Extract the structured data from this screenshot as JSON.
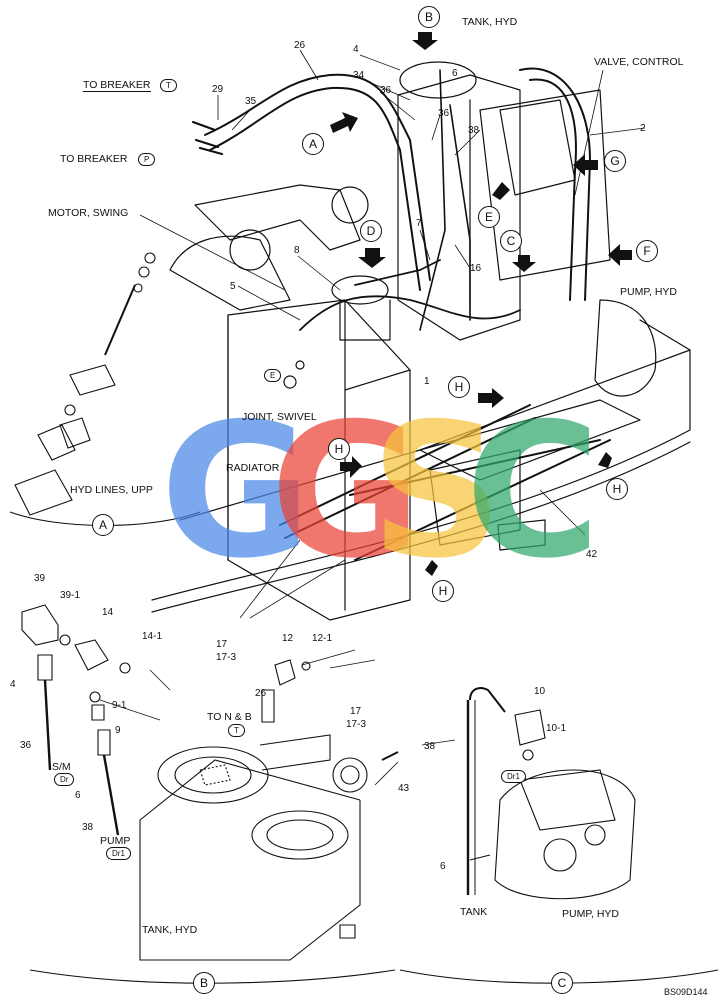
{
  "colors": {
    "line": "#111111",
    "wm_blue": "#4a86e8",
    "wm_red": "#ea4335",
    "wm_yellow": "#f6c33b",
    "wm_green": "#2fa86b"
  },
  "watermark": {
    "l1": "G",
    "l2": "G",
    "l3": "S",
    "l4": "C"
  },
  "labels": {
    "tank_hyd_top": "TANK, HYD",
    "valve_control": "VALVE, CONTROL",
    "to_breaker_t": "TO BREAKER",
    "to_breaker_p": "TO BREAKER",
    "motor_swing": "MOTOR, SWING",
    "pump_hyd_right": "PUMP, HYD",
    "joint_swivel": "JOINT, SWIVEL",
    "radiator": "RADIATOR",
    "hyd_lines_upp": "HYD LINES, UPP",
    "sm": "S/M",
    "pump_b": "PUMP",
    "to_n_b": "TO N & B",
    "tank_hyd_bottom": "TANK, HYD",
    "tank_c": "TANK",
    "pump_hyd_c": "PUMP, HYD",
    "code": "BS09D144"
  },
  "ports": {
    "t": "T",
    "p": "P",
    "e": "E",
    "dr": "Dr",
    "dr1": "Dr1"
  },
  "views": {
    "a": "A",
    "b": "B",
    "c": "C",
    "d": "D",
    "e": "E",
    "f": "F",
    "g": "G",
    "h": "H"
  },
  "callouts": {
    "n26": "26",
    "n4": "4",
    "n34": "34",
    "n6": "6",
    "n36": "36",
    "n38": "38",
    "n2": "2",
    "n29": "29",
    "n35": "35",
    "n7": "7",
    "n16": "16",
    "n8": "8",
    "n5": "5",
    "n1": "1",
    "n42": "42",
    "n17": "17",
    "n17_3": "17-3",
    "n39": "39",
    "n39_1": "39-1",
    "n14": "14",
    "n14_1": "14-1",
    "n12": "12",
    "n12_1": "12-1",
    "n9_1": "9-1",
    "n9": "9",
    "n43": "43",
    "n10": "10",
    "n10_1": "10-1"
  }
}
